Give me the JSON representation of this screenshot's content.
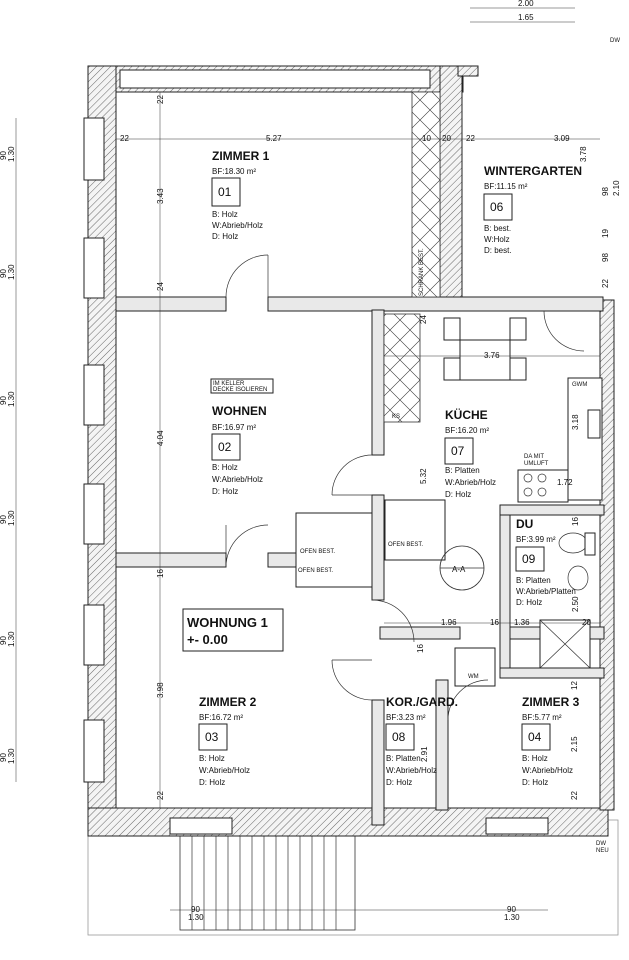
{
  "rooms": [
    {
      "id": "zimmer1",
      "name": "ZIMMER 1",
      "area": "BF:18.30 m²",
      "number": "01",
      "floor": "B: Holz",
      "wall": "W:Abrieb/Holz",
      "ceiling": "D: Holz"
    },
    {
      "id": "wintergarten",
      "name": "WINTERGARTEN",
      "area": "BF:11.15 m²",
      "number": "06",
      "floor": "B: best.",
      "wall": "W:Holz",
      "ceiling": "D: best."
    },
    {
      "id": "wohnen",
      "name": "WOHNEN",
      "area": "BF:16.97 m²",
      "number": "02",
      "floor": "B: Holz",
      "wall": "W:Abrieb/Holz",
      "ceiling": "D: Holz"
    },
    {
      "id": "kueche",
      "name": "KÜCHE",
      "area": "BF:16.20 m²",
      "number": "07",
      "floor": "B: Platten",
      "wall": "W:Abrieb/Holz",
      "ceiling": "D: Holz"
    },
    {
      "id": "du",
      "name": "DU",
      "area": "BF:3.99 m²",
      "number": "09",
      "floor": "B: Platten",
      "wall": "W:Abrieb/Platten",
      "ceiling": "D: Holz"
    },
    {
      "id": "zimmer2",
      "name": "ZIMMER 2",
      "area": "BF:16.72 m²",
      "number": "03",
      "floor": "B: Holz",
      "wall": "W:Abrieb/Holz",
      "ceiling": "D: Holz"
    },
    {
      "id": "korgard",
      "name": "KOR./GARD.",
      "area": "BF:3.23 m²",
      "number": "08",
      "floor": "B: Platten",
      "wall": "W:Abrieb/Holz",
      "ceiling": "D: Holz"
    },
    {
      "id": "zimmer3",
      "name": "ZIMMER 3",
      "area": "BF:5.77 m²",
      "number": "04",
      "floor": "B: Holz",
      "wall": "W:Abrieb/Holz",
      "ceiling": "D: Holz"
    }
  ],
  "unit": {
    "title": "WOHNUNG 1",
    "level": "+- 0.00"
  },
  "notes": {
    "keller_line1": "IM KELLER",
    "keller_line2": "DECKE ISOLIEREN",
    "schrank": "SCHRANK BEST.",
    "ofen1": "OFEN BEST.",
    "ofen2": "OFEN BEST.",
    "ofen3": "OFEN BEST.",
    "ks": "KS",
    "gwm": "GWM",
    "dampf1": "DA MIT",
    "dampf2": "UMLUFT",
    "wm": "WM",
    "section": "A-A",
    "dw_top": "DW",
    "dw_bottom1": "DW",
    "dw_bottom2": "NEU"
  },
  "dims": {
    "top_200": "2.00",
    "top_165": "1.65",
    "d_22a": "22",
    "d_527": "5.27",
    "d_10": "10",
    "d_20": "20",
    "d_22b": "22",
    "d_309": "3.09",
    "d_378": "3.78",
    "d_343": "3.43",
    "d_22v": "22",
    "d_24a": "24",
    "d_24b": "24",
    "d_376": "3.76",
    "d_404": "4.04",
    "d_532": "5.32",
    "d_16a": "16",
    "d_398": "3.98",
    "d_22c": "22",
    "d_196": "1.96",
    "d_16b": "16",
    "d_136": "1.36",
    "d_20b": "20",
    "d_16c": "16",
    "d_291": "2.91",
    "d_215": "2.15",
    "d_12": "12",
    "d_22d": "22",
    "d_172": "1.72",
    "d_318": "3.18",
    "d_250": "2.50",
    "d_16d": "16",
    "d_19": "19",
    "d_98": "98",
    "d_22e": "22",
    "d_210": "2.10",
    "d_98b": "98",
    "left_90_1": "90",
    "left_130_1": "1.30",
    "left_90_2": "90",
    "left_130_2": "1.30",
    "left_90_3": "90",
    "left_130_3": "1.30",
    "left_90_4": "90",
    "left_130_4": "1.30",
    "left_90_5": "90",
    "left_130_5": "1.30",
    "left_90_6": "90",
    "left_130_6": "1.30",
    "bot_90a": "90",
    "bot_130a": "1.30",
    "bot_90b": "90",
    "bot_130b": "1.30"
  }
}
